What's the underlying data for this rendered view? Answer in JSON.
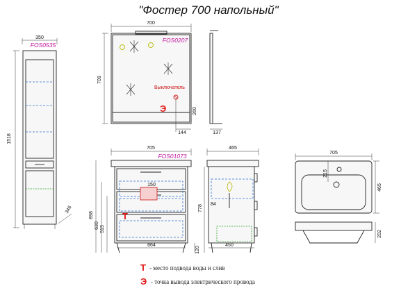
{
  "title": "\"Фостер 700 напольный\"",
  "pencil_case": {
    "code": "FOS0535",
    "width": "350",
    "height": "1518",
    "depth": "346"
  },
  "mirror": {
    "code": "FOS0207",
    "width": "700",
    "height": "709",
    "switch_label": "Выключатель",
    "switch_offset_x": "144",
    "switch_height": "260",
    "depth": "137"
  },
  "cabinet": {
    "code": "FOS01073",
    "width": "705",
    "height": "898",
    "body_height": "630",
    "mid_height": "515",
    "leg_height": "120",
    "inner_width": "664",
    "pipe_height": "150",
    "side_depth": "465",
    "side_height": "778",
    "side_offset": "84",
    "base_depth": "450"
  },
  "sink": {
    "width": "705",
    "depth": "465",
    "tap_offset": "215",
    "sink_height": "202"
  },
  "legend": [
    {
      "symbol": "Т",
      "text": "- место подвода воды и слив"
    },
    {
      "symbol": "Э",
      "text": "- точка вывода электрического провода"
    }
  ],
  "markers": {
    "water": "Т",
    "electric": "Э"
  },
  "colors": {
    "marker": "#e01818",
    "code": "#c0109a",
    "hidden": "#2b6fd6",
    "hidden_alt": "#2aa02a"
  }
}
